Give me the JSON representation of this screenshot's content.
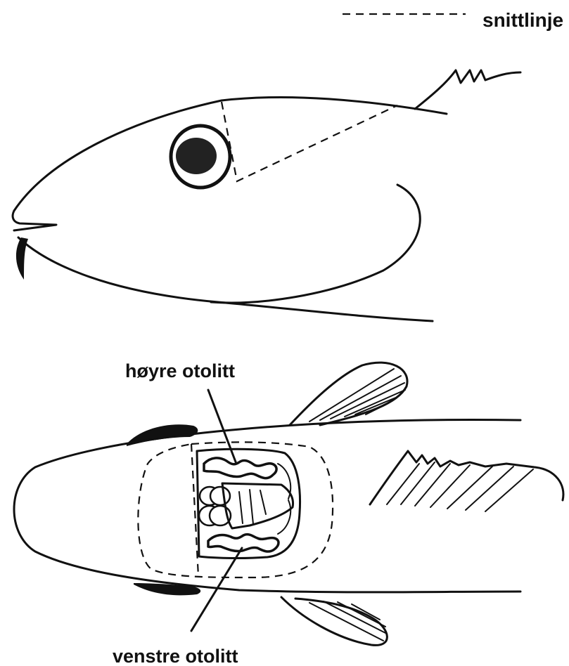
{
  "legend": {
    "label": "snittlinje"
  },
  "labels": {
    "right_otolith": "høyre otolitt",
    "left_otolith": "venstre otolitt"
  },
  "colors": {
    "ink": "#111111",
    "background": "#ffffff"
  }
}
